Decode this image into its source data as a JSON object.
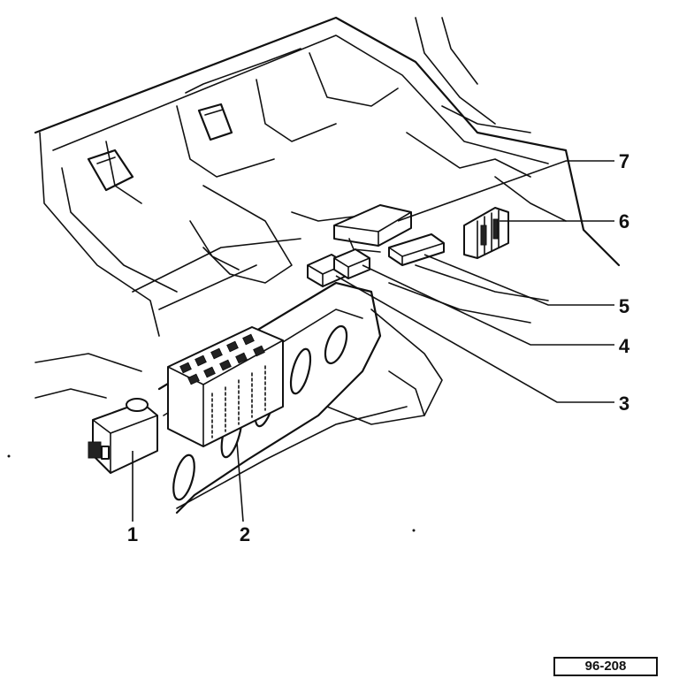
{
  "callouts": [
    {
      "id": "1",
      "text": "1"
    },
    {
      "id": "2",
      "text": "2"
    },
    {
      "id": "3",
      "text": "3"
    },
    {
      "id": "4",
      "text": "4"
    },
    {
      "id": "5",
      "text": "5"
    },
    {
      "id": "6",
      "text": "6"
    },
    {
      "id": "7",
      "text": "7"
    }
  ],
  "figure_ref": "96-208"
}
